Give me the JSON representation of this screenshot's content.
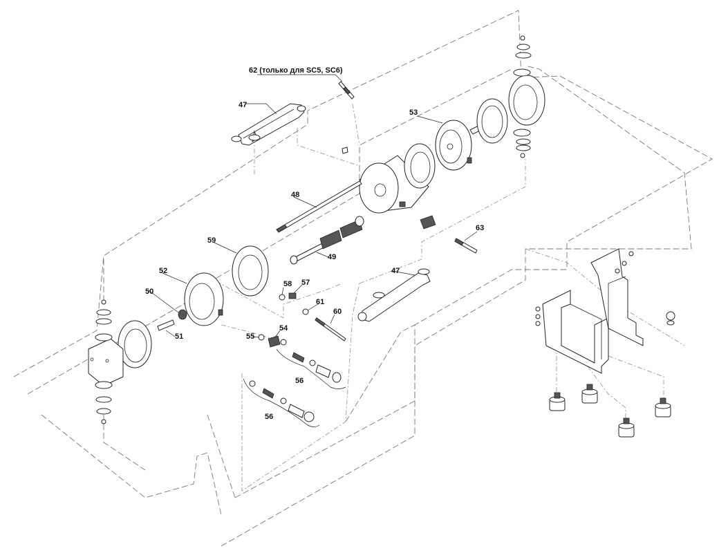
{
  "labels": {
    "l62": "62 (только для SC5, SC6)",
    "l47a": "47",
    "l47b": "47",
    "l53": "53",
    "l48": "48",
    "l59": "59",
    "l49": "49",
    "l52": "52",
    "l63": "63",
    "l50": "50",
    "l58": "58",
    "l57": "57",
    "l61": "61",
    "l60": "60",
    "l51": "51",
    "l55": "55",
    "l54": "54",
    "l56a": "56",
    "l56b": "56"
  }
}
